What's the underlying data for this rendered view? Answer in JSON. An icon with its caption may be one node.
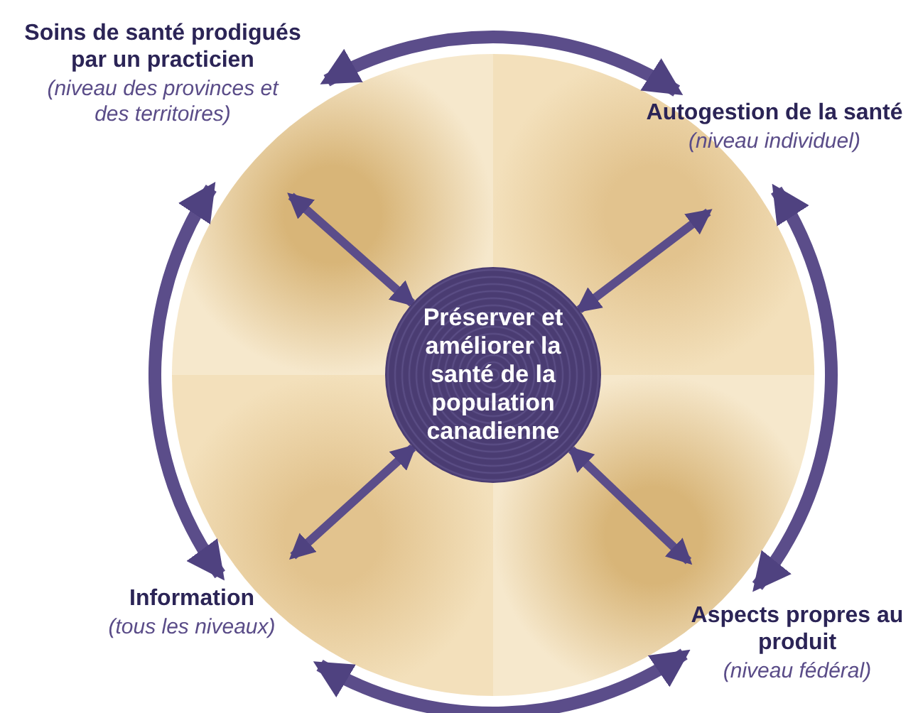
{
  "diagram": {
    "nodes": [
      {
        "text": [
          "Soins de santé prodigués par un practicien",
          "(niveau des provinces et des territoires)"
        ]
      },
      {
        "text": [
          "Autogestion de la santé",
          "(niveau individuel)"
        ]
      },
      {
        "text": [
          "Préserver et améliorer la santé de la population canadienne"
        ]
      },
      {
        "text": [
          "Information",
          "(tous les niveaux)"
        ]
      },
      {
        "text": [
          "Aspects propres au produit",
          "(niveau fédéral)"
        ]
      }
    ],
    "edges": [
      {
        "from": 0,
        "to": 1,
        "arrow": "both"
      },
      {
        "from": 0,
        "to": 3,
        "arrow": "both"
      },
      {
        "from": 1,
        "to": 4,
        "arrow": "both"
      },
      {
        "from": 3,
        "to": 4,
        "arrow": "both"
      },
      {
        "from": 2,
        "to": 0,
        "arrow": "both"
      },
      {
        "from": 2,
        "to": 1,
        "arrow": "both"
      },
      {
        "from": 2,
        "to": 3,
        "arrow": "both"
      },
      {
        "from": 2,
        "to": 4,
        "arrow": "both"
      }
    ]
  }
}
